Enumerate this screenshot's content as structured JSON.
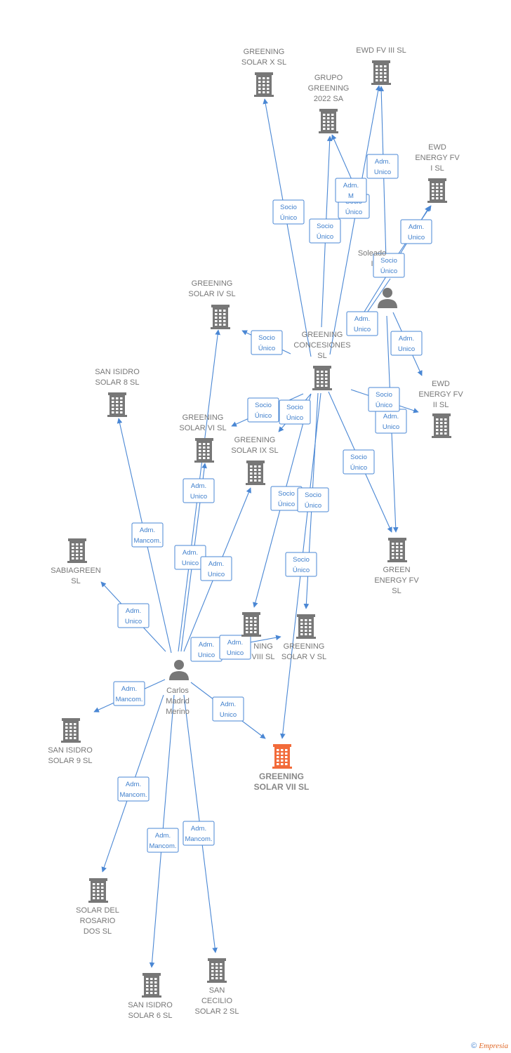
{
  "colors": {
    "edge": "#4a87d4",
    "building": "#777777",
    "highlight": "#f26b3a",
    "person": "#777777"
  },
  "nodes": [
    {
      "id": "greening_x",
      "type": "company",
      "label": [
        "GREENING",
        "SOLAR X  SL"
      ],
      "icon": "building-icon"
    },
    {
      "id": "ewd_fv_iii",
      "type": "company",
      "label": [
        "EWD FV III  SL"
      ],
      "icon": "building-icon"
    },
    {
      "id": "grupo_greening",
      "type": "company",
      "label": [
        "GRUPO",
        "GREENING",
        "2022 SA"
      ],
      "icon": "building-icon"
    },
    {
      "id": "ewd_fv_i",
      "type": "company",
      "label": [
        "EWD",
        "ENERGY FV",
        "I  SL"
      ],
      "icon": "building-icon"
    },
    {
      "id": "soleado",
      "type": "person",
      "label": [
        "Soleado",
        "I"
      ],
      "icon": "person-icon"
    },
    {
      "id": "greening_iv",
      "type": "company",
      "label": [
        "GREENING",
        "SOLAR IV  SL"
      ],
      "icon": "building-icon"
    },
    {
      "id": "concesiones",
      "type": "company",
      "label": [
        "GREENING",
        "CONCESIONES",
        "SL"
      ],
      "icon": "building-icon"
    },
    {
      "id": "san_isidro_8",
      "type": "company",
      "label": [
        "SAN ISIDRO",
        "SOLAR 8  SL"
      ],
      "icon": "building-icon"
    },
    {
      "id": "ewd_fv_ii",
      "type": "company",
      "label": [
        "EWD",
        "ENERGY FV",
        "II  SL"
      ],
      "icon": "building-icon"
    },
    {
      "id": "greening_vi",
      "type": "company",
      "label": [
        "GREENING",
        "SOLAR VI  SL"
      ],
      "icon": "building-icon"
    },
    {
      "id": "greening_ix",
      "type": "company",
      "label": [
        "GREENING",
        "SOLAR IX  SL"
      ],
      "icon": "building-icon"
    },
    {
      "id": "sabiagreen",
      "type": "company",
      "label": [
        "SABIAGREEN",
        "SL"
      ],
      "icon": "building-icon"
    },
    {
      "id": "green_energy",
      "type": "company",
      "label": [
        "GREEN",
        "ENERGY FV",
        "SL"
      ],
      "icon": "building-icon"
    },
    {
      "id": "greening_viii",
      "type": "company",
      "label": [
        "NING",
        "VIII  SL"
      ],
      "icon": "building-icon"
    },
    {
      "id": "greening_v",
      "type": "company",
      "label": [
        "GREENING",
        "SOLAR V  SL"
      ],
      "icon": "building-icon"
    },
    {
      "id": "carlos",
      "type": "person",
      "label": [
        "Carlos",
        "Madrid",
        "Merino"
      ],
      "icon": "person-icon"
    },
    {
      "id": "san_isidro_9",
      "type": "company",
      "label": [
        "SAN ISIDRO",
        "SOLAR 9  SL"
      ],
      "icon": "building-icon"
    },
    {
      "id": "greening_vii",
      "type": "company",
      "label": [
        "GREENING",
        "SOLAR VII  SL"
      ],
      "icon": "building-icon",
      "highlight": true
    },
    {
      "id": "rosario",
      "type": "company",
      "label": [
        "SOLAR DEL",
        "ROSARIO",
        "DOS  SL"
      ],
      "icon": "building-icon"
    },
    {
      "id": "san_isidro_6",
      "type": "company",
      "label": [
        "SAN ISIDRO",
        "SOLAR 6  SL"
      ],
      "icon": "building-icon"
    },
    {
      "id": "san_cecilio",
      "type": "company",
      "label": [
        "SAN",
        "CECILIO",
        "SOLAR 2  SL"
      ],
      "icon": "building-icon"
    }
  ],
  "edges": [
    {
      "from": "concesiones",
      "to": "greening_x",
      "label": [
        "Socio",
        "Único"
      ]
    },
    {
      "from": "concesiones",
      "to": "grupo_greening",
      "label": [
        "Socio",
        "Único"
      ]
    },
    {
      "from": "concesiones",
      "to": "ewd_fv_iii",
      "label": [
        "Socio",
        "Único"
      ]
    },
    {
      "from": "soleado",
      "to": "ewd_fv_iii",
      "label": [
        "Adm.",
        "Unico"
      ]
    },
    {
      "from": "soleado",
      "to": "grupo_greening",
      "label": [
        "Adm.",
        "M"
      ]
    },
    {
      "from": "soleado",
      "to": "ewd_fv_i",
      "label": [
        "Adm.",
        "Unico"
      ]
    },
    {
      "from": "concesiones",
      "to": "ewd_fv_i",
      "label": [
        "Socio",
        "Único"
      ]
    },
    {
      "from": "soleado",
      "to": "concesiones",
      "label": [
        "Adm.",
        "Unico"
      ]
    },
    {
      "from": "soleado",
      "to": "ewd_fv_ii",
      "label": [
        "Adm.",
        "Unico"
      ]
    },
    {
      "from": "soleado",
      "to": "green_energy",
      "label": [
        "Adm.",
        "Unico"
      ]
    },
    {
      "from": "concesiones",
      "to": "greening_iv",
      "label": [
        "Socio",
        "Único"
      ]
    },
    {
      "from": "concesiones",
      "to": "ewd_fv_ii",
      "label": [
        "Socio",
        "Único"
      ]
    },
    {
      "from": "concesiones",
      "to": "greening_vi",
      "label": [
        "Socio",
        "Único"
      ]
    },
    {
      "from": "concesiones",
      "to": "greening_ix",
      "label": [
        "Socio",
        "Único"
      ]
    },
    {
      "from": "concesiones",
      "to": "green_energy",
      "label": [
        "Socio",
        "Único"
      ]
    },
    {
      "from": "concesiones",
      "to": "greening_viii",
      "label": [
        "Socio",
        "Único"
      ]
    },
    {
      "from": "concesiones",
      "to": "greening_v",
      "label": [
        "Socio",
        "Único"
      ]
    },
    {
      "from": "concesiones",
      "to": "greening_vii",
      "label": [
        "Socio",
        "Único"
      ]
    },
    {
      "from": "carlos",
      "to": "san_isidro_8",
      "label": [
        "Adm.",
        "Mancom."
      ]
    },
    {
      "from": "carlos",
      "to": "greening_vi",
      "label": [
        "Adm.",
        "Unico"
      ]
    },
    {
      "from": "carlos",
      "to": "greening_iv",
      "label": [
        "Adm.",
        "Unico"
      ]
    },
    {
      "from": "carlos",
      "to": "greening_ix",
      "label": [
        "Adm.",
        "Unico"
      ]
    },
    {
      "from": "carlos",
      "to": "sabiagreen",
      "label": [
        "Adm.",
        "Unico"
      ]
    },
    {
      "from": "carlos",
      "to": "greening_viii",
      "label": [
        "Adm.",
        "Unico"
      ]
    },
    {
      "from": "carlos",
      "to": "greening_v",
      "label": [
        "Adm.",
        "Unico"
      ]
    },
    {
      "from": "carlos",
      "to": "san_isidro_9",
      "label": [
        "Adm.",
        "Mancom."
      ]
    },
    {
      "from": "carlos",
      "to": "greening_vii",
      "label": [
        "Adm.",
        "Unico"
      ]
    },
    {
      "from": "carlos",
      "to": "rosario",
      "label": [
        "Adm.",
        "Mancom."
      ]
    },
    {
      "from": "carlos",
      "to": "san_isidro_6",
      "label": [
        "Adm.",
        "Mancom."
      ]
    },
    {
      "from": "carlos",
      "to": "san_cecilio",
      "label": [
        "Adm.",
        "Mancom."
      ]
    }
  ],
  "credit": {
    "symbol": "©",
    "brand": "Empresia"
  }
}
